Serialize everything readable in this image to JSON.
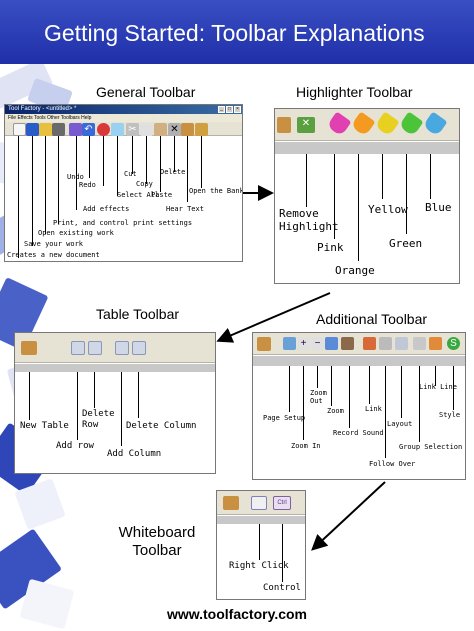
{
  "header": {
    "title": "Getting Started: Toolbar Explanations"
  },
  "general": {
    "title": "General Toolbar",
    "window_title": "Tool Factory - <untitled> *",
    "menu": "File  Effects  Tools  Other  Toolbars  Help",
    "labels": {
      "create": "Creates a new document",
      "save": "Save your work",
      "open": "Open existing work",
      "print": "Print, and control print settings",
      "effects": "Add effects",
      "undo": "Undo",
      "redo": "Redo",
      "select_all": "Select All",
      "cut": "Cut",
      "copy": "Copy",
      "paste": "Paste",
      "delete": "Delete",
      "hear_text": "Hear Text",
      "open_bank": "Open the Bank"
    }
  },
  "highlighter": {
    "title": "Highlighter Toolbar",
    "labels": {
      "remove_highlight": "Remove Highlight",
      "pink": "Pink",
      "orange": "Orange",
      "yellow": "Yellow",
      "green": "Green",
      "blue": "Blue"
    }
  },
  "table": {
    "title": "Table Toolbar",
    "labels": {
      "new_table": "New Table",
      "add_row": "Add row",
      "delete_row": "Delete Row",
      "add_column": "Add Column",
      "delete_column": "Delete Column"
    }
  },
  "additional": {
    "title": "Additional Toolbar",
    "labels": {
      "page_setup": "Page Setup",
      "zoom_in": "Zoom In",
      "zoom_out": "Zoom Out",
      "zoom": "Zoom",
      "record_sound": "Record Sound",
      "link": "Link",
      "follow_over": "Follow Over",
      "layout": "Layout",
      "group_selection": "Group Selection",
      "link_line": "Link Line",
      "style": "Style"
    }
  },
  "whiteboard": {
    "title": "Whiteboard Toolbar",
    "labels": {
      "right_click": "Right Click",
      "control": "Control"
    },
    "ctrl_key": "Ctrl"
  },
  "footer": {
    "url": "www.toolfactory.com"
  },
  "colors": {
    "header_blue": "#2433b0",
    "pink": "#e040b0",
    "orange": "#f59a20",
    "yellow": "#e8d020",
    "green": "#4cc43a",
    "blue": "#4aa8e0"
  }
}
